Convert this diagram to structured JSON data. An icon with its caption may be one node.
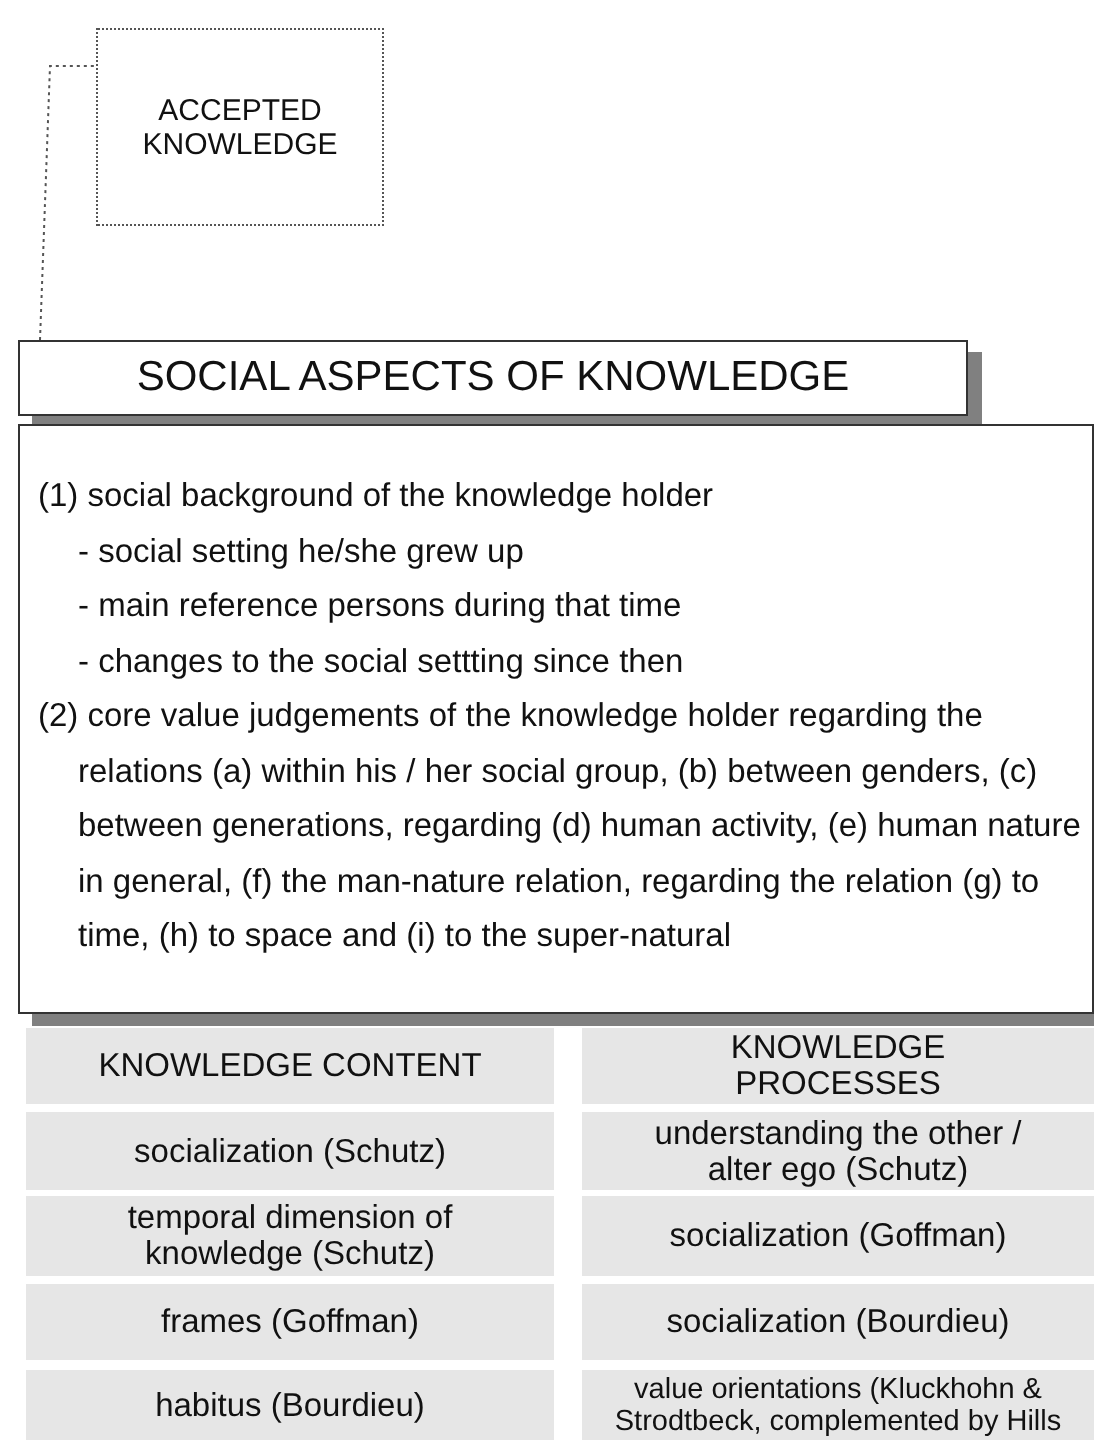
{
  "diagram": {
    "nodes": [
      {
        "text": [
          "ACCEPTED KNOWLEDGE"
        ]
      },
      {
        "text": [
          "SOCIAL ASPECTS OF KNOWLEDGE"
        ]
      },
      {
        "text": [
          "(1) social background of the knowledge holder",
          "- social setting he/she grew up",
          "- main reference persons during that time",
          "- changes to the social settting since then",
          "(2) core value judgements of the knowledge holder regarding the relations (a) within his / her social group, (b) between genders, (c) between generations, regarding (d) human activity, (e) human nature in general, (f) the man-nature relation, regarding the relation (g) to time, (h) to space and (i) to the super-natural"
        ]
      }
    ],
    "edges": [
      {
        "from": 1,
        "to": 0,
        "arrow": "none",
        "style": "dashed"
      }
    ],
    "labels": [
      "KNOWLEDGE CONTENT",
      "KNOWLEDGE PROCESSES",
      "socialization (Schutz)",
      "understanding the other / alter ego (Schutz)",
      "temporal dimension of knowledge (Schutz)",
      "socialization (Goffman)",
      "frames (Goffman)",
      "socialization (Bourdieu)",
      "habitus (Bourdieu)",
      "value orientations (Kluckhohn & Strodtbeck, complemented by Hills"
    ]
  }
}
